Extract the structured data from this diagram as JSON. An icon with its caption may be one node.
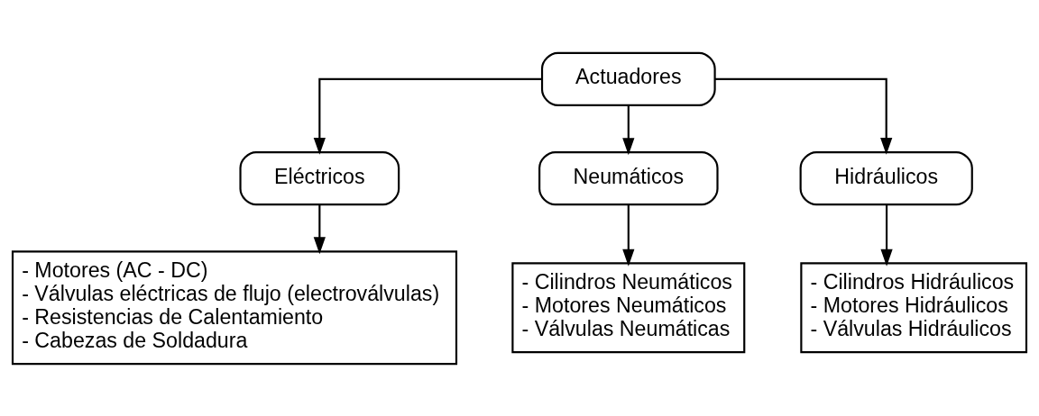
{
  "diagram": {
    "nodes": [
      {
        "text": [
          "Actuadores"
        ]
      },
      {
        "text": [
          "Eléctricos"
        ]
      },
      {
        "text": [
          "Neumáticos"
        ]
      },
      {
        "text": [
          "Hidráulicos"
        ]
      },
      {
        "text": [
          "- Motores (AC - DC)",
          "- Válvulas eléctricas de flujo (electroválvulas)",
          "- Resistencias de Calentamiento",
          "- Cabezas de Soldadura"
        ]
      },
      {
        "text": [
          "- Cilindros Neumáticos",
          "- Motores Neumáticos",
          "- Válvulas Neumáticas"
        ]
      },
      {
        "text": [
          "- Cilindros Hidráulicos",
          "- Motores Hidráulicos",
          "- Válvulas Hidráulicos"
        ]
      }
    ],
    "edges": [
      {
        "from": 0,
        "to": 1,
        "arrow": "to"
      },
      {
        "from": 0,
        "to": 2,
        "arrow": "to"
      },
      {
        "from": 0,
        "to": 3,
        "arrow": "to"
      },
      {
        "from": 1,
        "to": 4,
        "arrow": "to"
      },
      {
        "from": 2,
        "to": 5,
        "arrow": "to"
      },
      {
        "from": 3,
        "to": 6,
        "arrow": "to"
      }
    ]
  }
}
